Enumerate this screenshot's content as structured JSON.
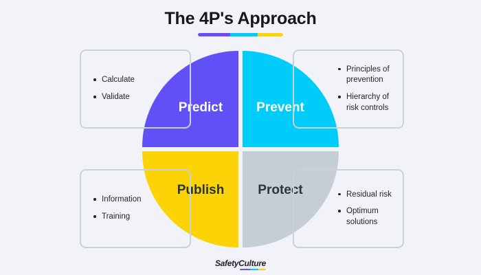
{
  "title": {
    "text": "The 4P's Approach",
    "underline_colors": [
      "#6d4df6",
      "#00ccfa",
      "#fcd307"
    ]
  },
  "wheel": {
    "quadrants": [
      {
        "key": "predict",
        "label": "Predict",
        "color": "#6050f5",
        "text_color": "#ffffff",
        "position": "top-left"
      },
      {
        "key": "prevent",
        "label": "Prevent",
        "color": "#00ccfa",
        "text_color": "#ffffff",
        "position": "top-right"
      },
      {
        "key": "publish",
        "label": "Publish",
        "color": "#fcd307",
        "text_color": "#2c3440",
        "position": "bottom-left"
      },
      {
        "key": "protect",
        "label": "Protect",
        "color": "#c5ced6",
        "text_color": "#2c3440",
        "position": "bottom-right"
      }
    ]
  },
  "boxes": {
    "top_left": {
      "items": [
        "Calculate",
        "Validate"
      ]
    },
    "top_right": {
      "items": [
        "Principles of prevention",
        "Hierarchy of risk controls"
      ]
    },
    "bottom_left": {
      "items": [
        "Information",
        "Training"
      ]
    },
    "bottom_right": {
      "items": [
        "Residual risk",
        "Optimum solutions"
      ]
    }
  },
  "footer": {
    "brand_first": "Safety",
    "brand_second": "Culture",
    "underline_colors": [
      "#6d4df6",
      "#00ccfa",
      "#fcd307"
    ]
  },
  "theme": {
    "background": "#f2f3f9",
    "box_border": "#c8d2da",
    "body_text": "#22252b"
  }
}
